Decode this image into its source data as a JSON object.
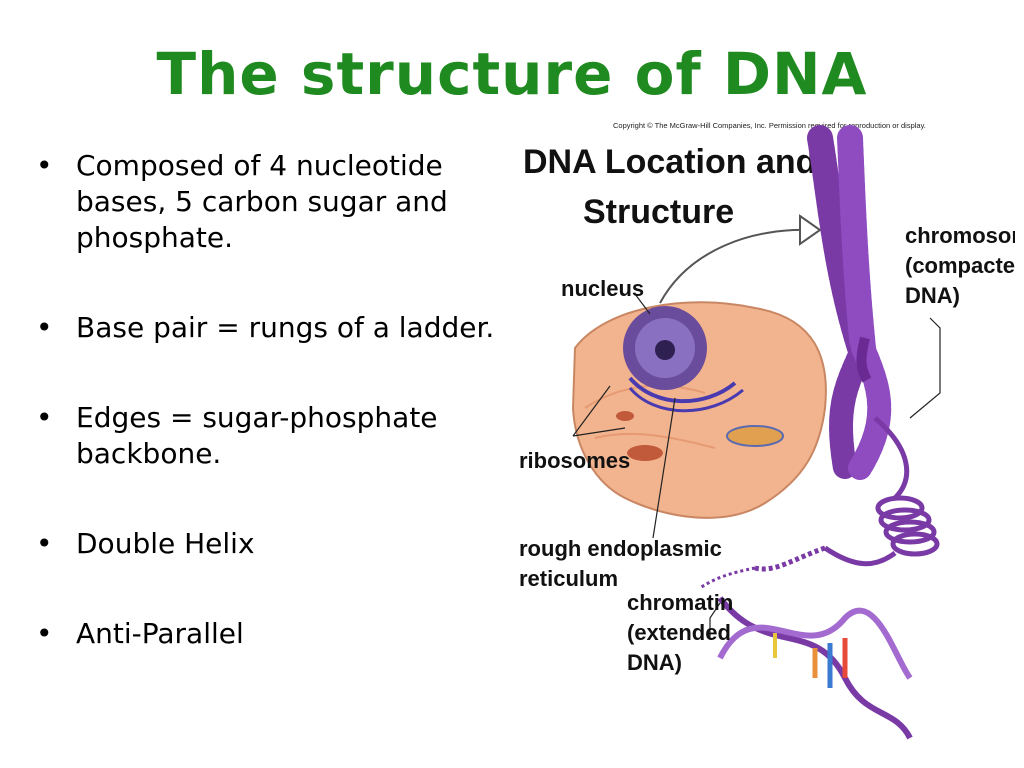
{
  "slide": {
    "title": "The structure of DNA",
    "bullets": [
      "Composed of 4 nucleotide bases, 5 carbon sugar and phosphate.",
      "Base pair = rungs of a ladder.",
      "Edges = sugar-phosphate backbone.",
      "Double Helix",
      "Anti-Parallel"
    ]
  },
  "figure": {
    "copyright": "Copyright © The McGraw-Hill Companies, Inc. Permission required for reproduction or display.",
    "heading_line1": "DNA Location and",
    "heading_line2": "Structure",
    "labels": {
      "nucleus": "nucleus",
      "chromosome_1": "chromosome",
      "chromosome_2": "(compacted",
      "chromosome_3": "DNA)",
      "ribosomes": "ribosomes",
      "rer_1": "rough endoplasmic",
      "rer_2": "reticulum",
      "chromatin_1": "chromatin",
      "chromatin_2": "(extended",
      "chromatin_3": "DNA)"
    },
    "colors": {
      "title_green": "#1f8a1f",
      "chromosome_purple": "#7a3aa6",
      "cell_peach": "#f2b48f",
      "nucleus_purple": "#6a4c9c",
      "dna_orange": "#e8903a"
    }
  }
}
